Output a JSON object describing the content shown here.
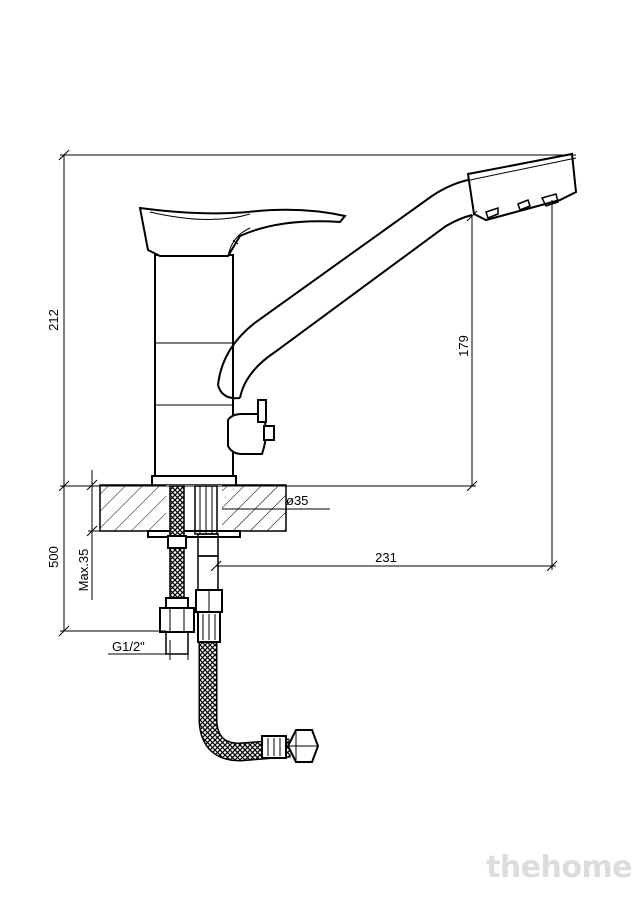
{
  "dimensions": {
    "overall_height": "212",
    "spout_height": "179",
    "hole_diameter": "ø35",
    "spout_reach": "231",
    "hose_length": "500",
    "max_countertop": "Max.35",
    "thread": "G1/2\""
  },
  "watermark": "thehome",
  "colors": {
    "line": "#000000",
    "background": "#ffffff",
    "watermark": "#dcdcdc"
  }
}
